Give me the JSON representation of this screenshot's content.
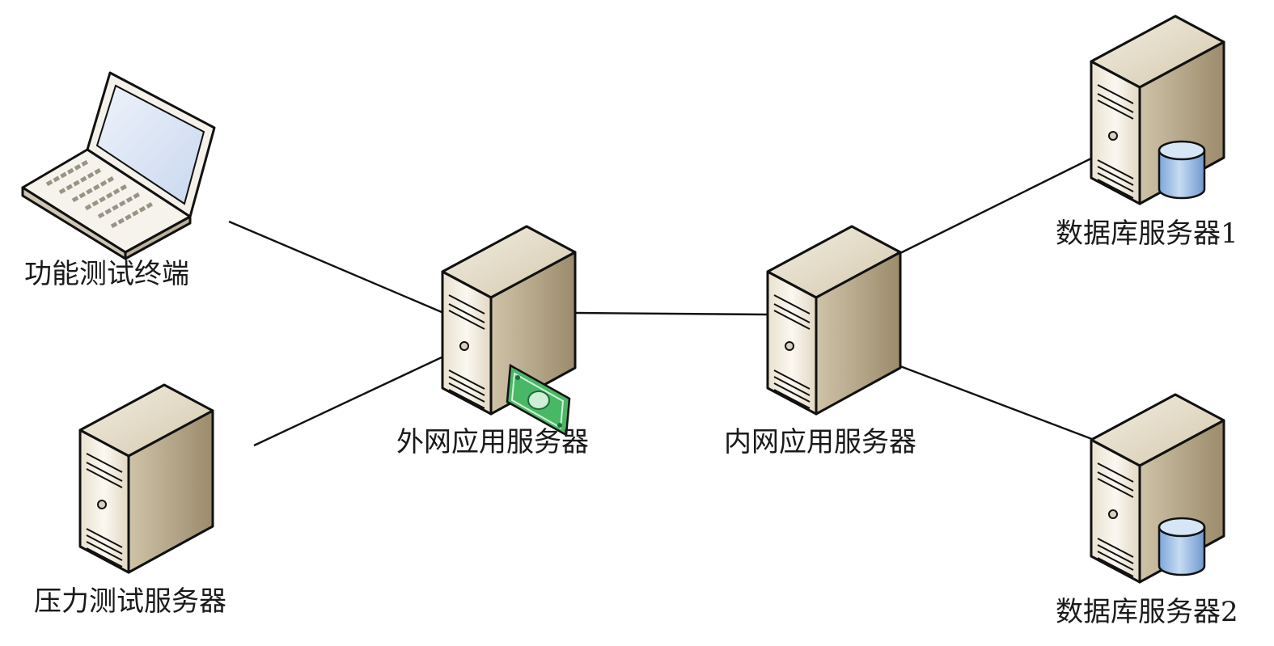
{
  "nodes": {
    "functional_test_terminal": {
      "label": "功能测试终端",
      "icon": "laptop-icon"
    },
    "stress_test_server": {
      "label": "压力测试服务器",
      "icon": "server-icon"
    },
    "external_app_server": {
      "label": "外网应用服务器",
      "icon": "server-icon",
      "badge": "money-icon"
    },
    "internal_app_server": {
      "label": "内网应用服务器",
      "icon": "server-icon"
    },
    "database_server_1": {
      "label": "数据库服务器1",
      "icon": "database-server-icon"
    },
    "database_server_2": {
      "label": "数据库服务器2",
      "icon": "database-server-icon"
    }
  },
  "connections": [
    {
      "from": "functional_test_terminal",
      "to": "external_app_server"
    },
    {
      "from": "stress_test_server",
      "to": "external_app_server"
    },
    {
      "from": "external_app_server",
      "to": "internal_app_server"
    },
    {
      "from": "internal_app_server",
      "to": "database_server_1"
    },
    {
      "from": "internal_app_server",
      "to": "database_server_2"
    }
  ],
  "colors": {
    "server_front": "#f4efe2",
    "server_side": "#b3a486",
    "server_top": "#e6dcc6",
    "screen": "#dbe6f6",
    "database": "#9bbde6",
    "money": "#4dbb6b"
  }
}
